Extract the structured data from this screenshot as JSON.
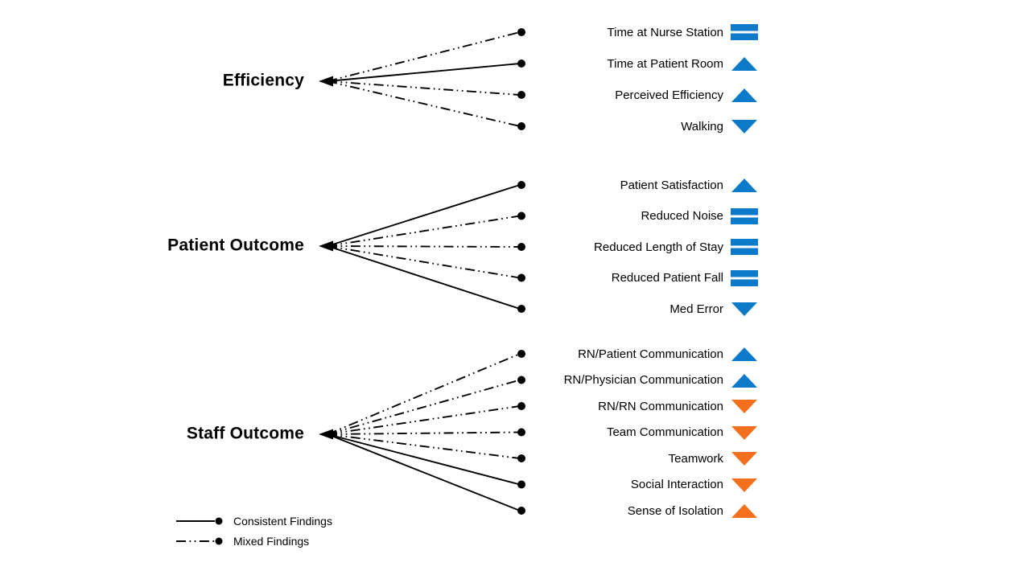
{
  "page": {
    "background": "#ffffff"
  },
  "diagram": {
    "groups": [
      {
        "label": "Efficiency",
        "items": [
          {
            "label": "Time at Nurse Station",
            "finding": "mixed",
            "direction": "equal",
            "color": "blue"
          },
          {
            "label": "Time at Patient Room",
            "finding": "consistent",
            "direction": "up",
            "color": "blue"
          },
          {
            "label": "Perceived Efficiency",
            "finding": "mixed",
            "direction": "up",
            "color": "blue"
          },
          {
            "label": "Walking",
            "finding": "mixed",
            "direction": "down",
            "color": "blue"
          }
        ]
      },
      {
        "label": "Patient Outcome",
        "items": [
          {
            "label": "Patient Satisfaction",
            "finding": "consistent",
            "direction": "up",
            "color": "blue"
          },
          {
            "label": "Reduced Noise",
            "finding": "mixed",
            "direction": "equal",
            "color": "blue"
          },
          {
            "label": "Reduced Length of Stay",
            "finding": "mixed",
            "direction": "equal",
            "color": "blue"
          },
          {
            "label": "Reduced Patient Fall",
            "finding": "mixed",
            "direction": "equal",
            "color": "blue"
          },
          {
            "label": "Med Error",
            "finding": "consistent",
            "direction": "down",
            "color": "blue"
          }
        ]
      },
      {
        "label": "Staff Outcome",
        "items": [
          {
            "label": "RN/Patient Communication",
            "finding": "mixed",
            "direction": "up",
            "color": "blue"
          },
          {
            "label": "RN/Physician Communication",
            "finding": "mixed",
            "direction": "up",
            "color": "blue"
          },
          {
            "label": "RN/RN Communication",
            "finding": "mixed",
            "direction": "down",
            "color": "orange"
          },
          {
            "label": "Team Communication",
            "finding": "mixed",
            "direction": "down",
            "color": "orange"
          },
          {
            "label": "Teamwork",
            "finding": "mixed",
            "direction": "down",
            "color": "orange"
          },
          {
            "label": "Social Interaction",
            "finding": "consistent",
            "direction": "down",
            "color": "orange"
          },
          {
            "label": "Sense of Isolation",
            "finding": "consistent",
            "direction": "up",
            "color": "orange"
          }
        ]
      }
    ],
    "legend": [
      {
        "style": "consistent",
        "label": "Consistent Findings"
      },
      {
        "style": "mixed",
        "label": "Mixed Findings"
      }
    ],
    "colors": {
      "blue": "#0d7ac9",
      "orange": "#f4701c",
      "line": "#000000"
    }
  }
}
